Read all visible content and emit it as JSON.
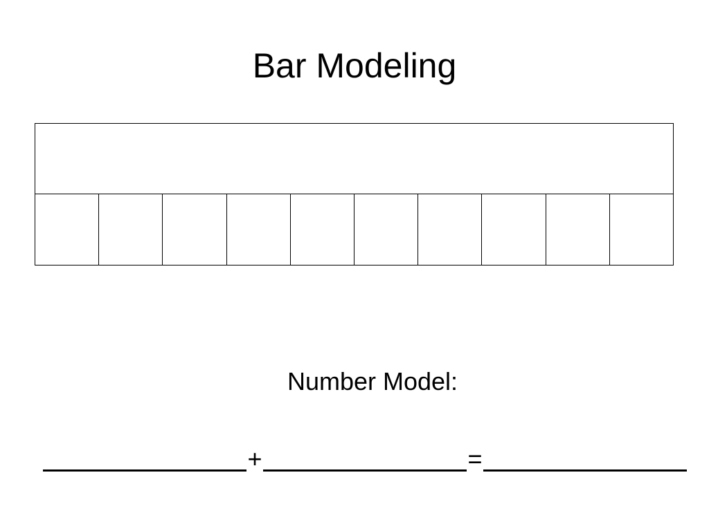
{
  "title": "Bar Modeling",
  "bar_model": {
    "part_count": 10
  },
  "number_model": {
    "label": "Number Model:",
    "operator_plus": "+",
    "operator_equals": "="
  }
}
